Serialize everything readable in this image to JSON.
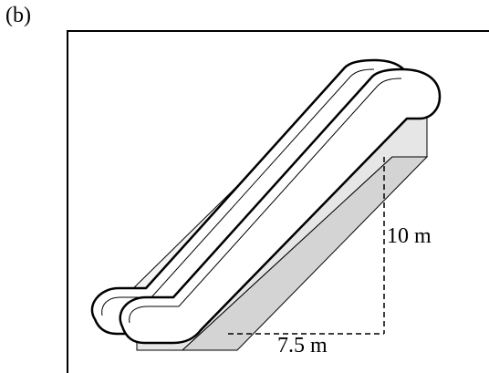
{
  "figure": {
    "panel_label": "(b)",
    "height_label": "10 m",
    "width_label": "7.5 m"
  },
  "colors": {
    "stroke": "#000000",
    "truss_light": "#ececec",
    "truss_mid": "#d6d6d6",
    "balustrade": "#f7f7f7",
    "handrail": "#ffffff"
  }
}
